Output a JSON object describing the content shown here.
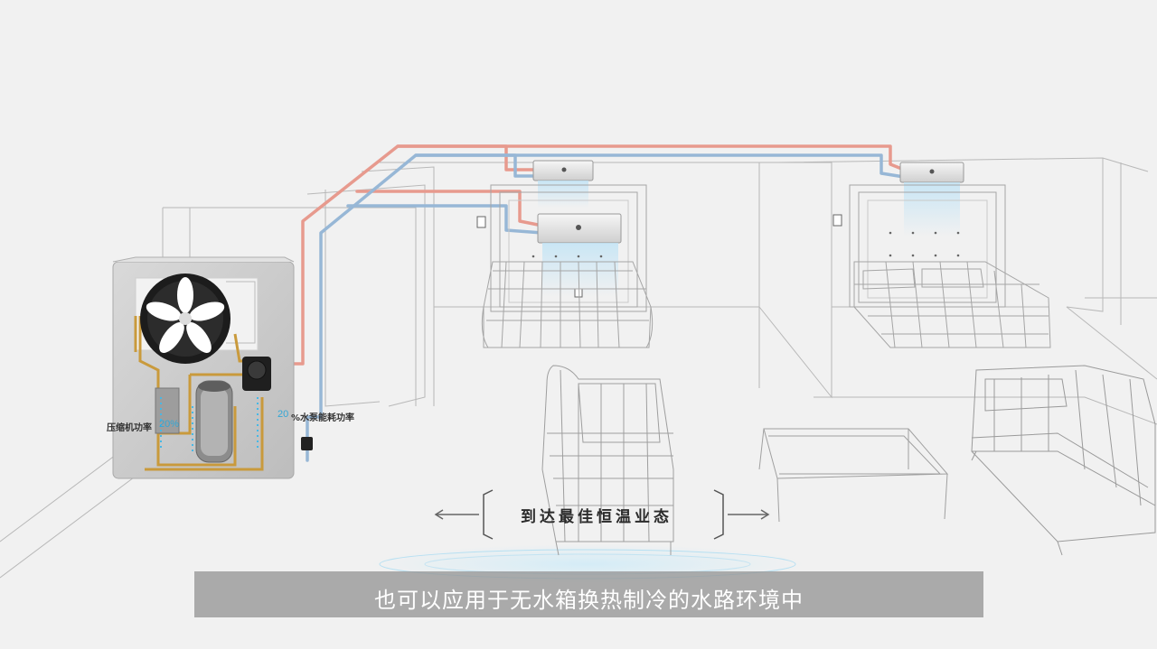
{
  "colors": {
    "background": "#f1f1f1",
    "hot_pipe": "#e79a8e",
    "cold_pipe": "#97b7d6",
    "accent_cyan": "#34a7d6",
    "wireframe": "#9a9a9a",
    "subtitle_bar": "#969696"
  },
  "unit": {
    "compressor_label": "压缩机功率",
    "compressor_percent": "20%",
    "pump_label": "%水泵能耗功率",
    "pump_percent": "20"
  },
  "callout": {
    "headline": "到达最佳恒温业态"
  },
  "subtitle": {
    "text": "也可以应用于无水箱换热制冷的水路环境中"
  },
  "icons": [
    "fan-icon",
    "pump-icon",
    "compressor-icon",
    "arrow-left-icon",
    "arrow-right-icon",
    "wall-switch-icon"
  ]
}
